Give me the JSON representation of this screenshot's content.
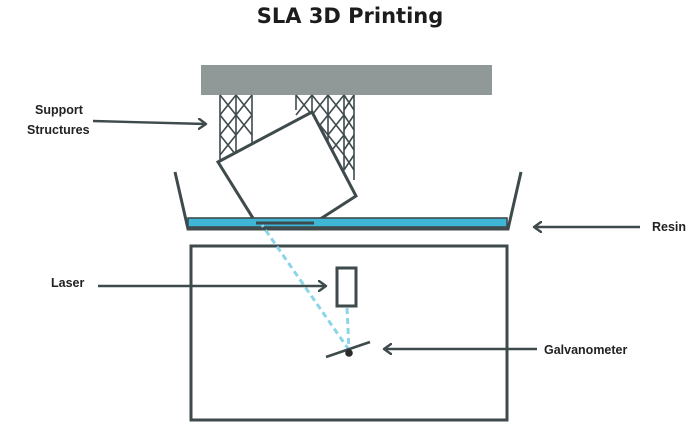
{
  "title": "SLA 3D Printing",
  "labels": {
    "support_line1": "Support",
    "support_line2": "Structures",
    "resin": "Resin",
    "laser": "Laser",
    "galvanometer": "Galvanometer"
  },
  "colors": {
    "outline": "#3e4a4c",
    "build_plate": "#919898",
    "resin": "#3fb6d6",
    "laser_beam": "#8ad6e8",
    "text": "#222222"
  }
}
